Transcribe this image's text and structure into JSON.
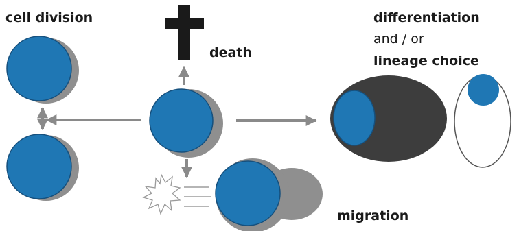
{
  "labels": {
    "cell_division": "cell division",
    "death": "death",
    "differentiation": "differentiation",
    "and_or": "and / or",
    "lineage_choice": "lineage choice",
    "migration": "migration"
  },
  "colors": {
    "nucleus_blue": "#1f77b4",
    "shadow_gray": "#8f8f8f",
    "arrow_gray": "#8a8a8a",
    "dark_cell": "#3d3d3d",
    "cross_black": "#1a1a1a"
  }
}
